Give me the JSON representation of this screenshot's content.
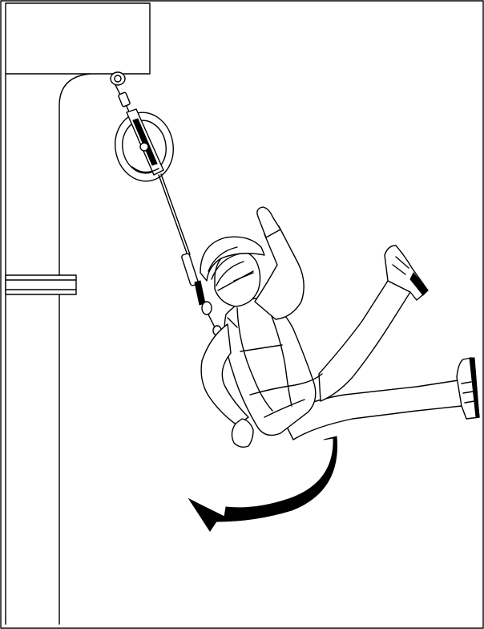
{
  "illustration": {
    "subject": "fall-arrest",
    "components": [
      "self-retracting-lifeline",
      "worker",
      "swing-arrow"
    ],
    "colors": {
      "line": "#000000",
      "background": "#ffffff"
    }
  }
}
